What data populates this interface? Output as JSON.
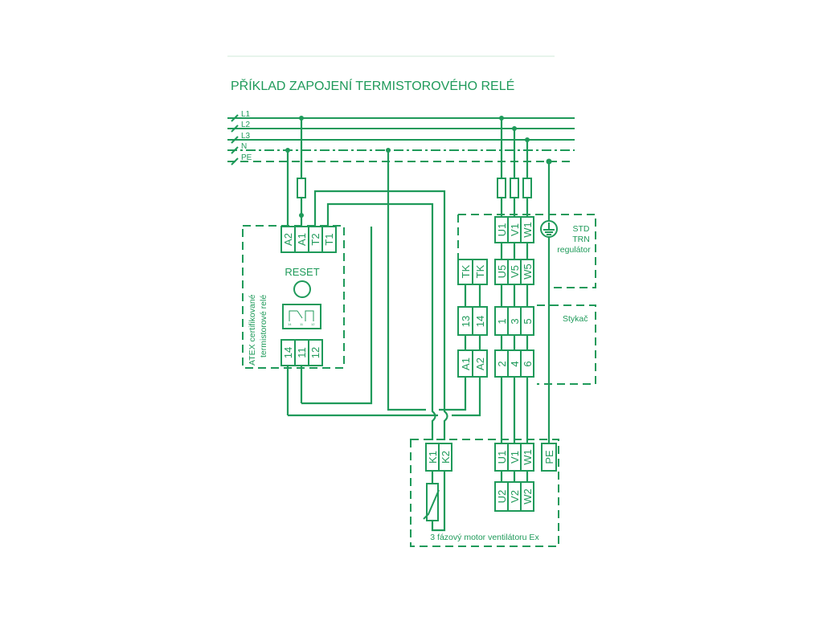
{
  "title": "PŘÍKLAD ZAPOJENÍ TERMISTOROVÉHO RELÉ",
  "bus_lines": [
    "L1",
    "L2",
    "L3",
    "N",
    "PE"
  ],
  "relay": {
    "side_label_1": "ATEX certifikované",
    "side_label_2": "termistorové relé",
    "top_terminals": [
      "A2",
      "A1",
      "T2",
      "T1"
    ],
    "reset_label": "RESET",
    "bottom_terminals": [
      "14",
      "11",
      "12"
    ]
  },
  "std": {
    "label_1": "STD",
    "label_2": "TRN",
    "label_3": "regulátor",
    "terminals_top": [
      "U1",
      "V1",
      "W1"
    ],
    "tk_terminals": [
      "TK",
      "TK"
    ],
    "terminals_out": [
      "U5",
      "V5",
      "W5"
    ]
  },
  "contactor": {
    "label": "Stykač",
    "aux_terminals": [
      "13",
      "14"
    ],
    "main_top": [
      "1",
      "3",
      "5"
    ],
    "coil_terminals": [
      "A1",
      "A2"
    ],
    "main_bottom": [
      "2",
      "4",
      "6"
    ]
  },
  "motor": {
    "label": "3 fázový motor ventilátoru Ex",
    "thermistor_terminals": [
      "K1",
      "K2"
    ],
    "terminals_top": [
      "U1",
      "V1",
      "W1"
    ],
    "pe_terminal": "PE",
    "terminals_bottom": [
      "U2",
      "V2",
      "W2"
    ]
  },
  "colors": {
    "line": "#1f9a5a",
    "background": "#ffffff"
  }
}
